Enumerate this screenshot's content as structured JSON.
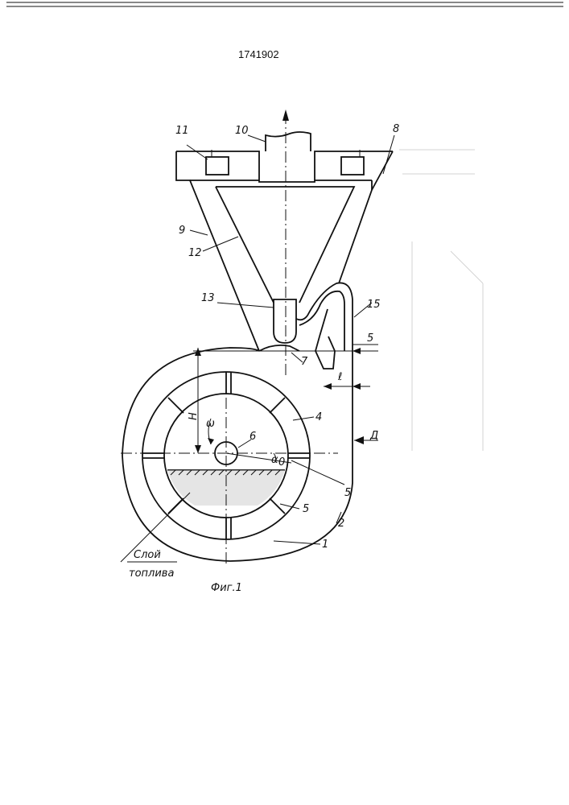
{
  "document": {
    "patent_number": "1741902",
    "figure_caption": "Фиг.1"
  },
  "labels": {
    "n1": "1",
    "n2": "2",
    "n4": "4",
    "n5_top": "5",
    "n5_mid": "5",
    "n5_low": "5",
    "n6": "6",
    "n7": "7",
    "n8": "8",
    "n9": "9",
    "n10": "10",
    "n11": "11",
    "n12": "12",
    "n13": "13",
    "n15": "15",
    "dim_H": "H",
    "dim_l": "ℓ",
    "omega": "ω",
    "alpha": "α",
    "alpha_sub": "0",
    "view_A": "Д",
    "fuel_layer_line1": "Слой",
    "fuel_layer_line2": "топлива"
  }
}
